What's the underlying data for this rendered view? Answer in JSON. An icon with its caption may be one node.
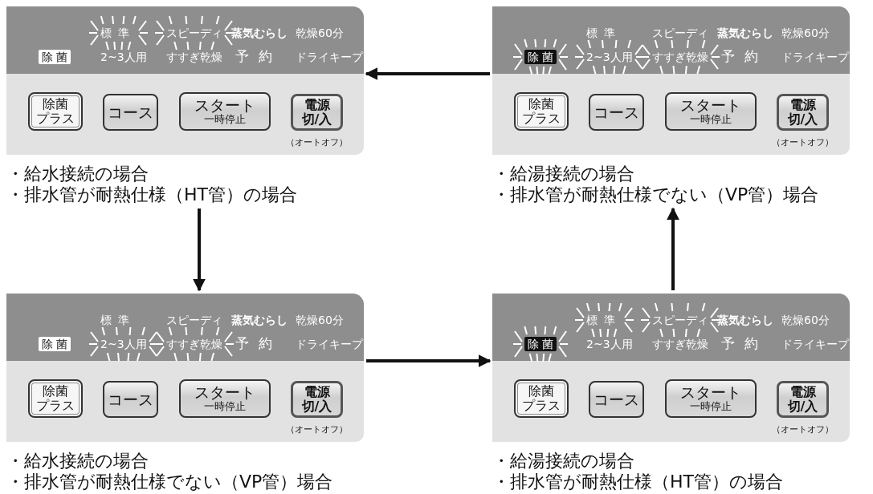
{
  "diagram": {
    "nodes": [
      {
        "text": [],
        "shape": "box",
        "beside": [
          "・給水接続の場合",
          "・排水管が耐熱仕様（HT管）の場合"
        ]
      },
      {
        "text": [
          "標準"
        ],
        "in": 0
      },
      {
        "text": [
          "スピーディ"
        ],
        "in": 0
      },
      {
        "text": [
          "蒸気むらし"
        ],
        "in": 0
      },
      {
        "text": [
          "乾燥60分"
        ],
        "in": 0
      },
      {
        "text": [
          "除菌"
        ],
        "in": 0
      },
      {
        "text": [
          "2~3人用"
        ],
        "in": 0
      },
      {
        "text": [
          "すすぎ乾燥"
        ],
        "in": 0
      },
      {
        "text": [
          "予約"
        ],
        "in": 0
      },
      {
        "text": [
          "ドライキープ"
        ],
        "in": 0
      },
      {
        "text": [
          "除菌",
          "プラス"
        ],
        "in": 0
      },
      {
        "text": [
          "コース"
        ],
        "in": 0
      },
      {
        "text": [
          "スタート",
          "一時停止"
        ],
        "in": 0
      },
      {
        "text": [
          "電源",
          "切/入"
        ],
        "in": 0,
        "beside": [
          "（オートオフ）"
        ]
      },
      {
        "text": [],
        "shape": "box",
        "beside": [
          "・給湯接続の場合",
          "・排水管が耐熱仕様でない（VP管）場合"
        ]
      },
      {
        "text": [
          "標準"
        ],
        "in": 14
      },
      {
        "text": [
          "スピーディ"
        ],
        "in": 14
      },
      {
        "text": [
          "蒸気むらし"
        ],
        "in": 14
      },
      {
        "text": [
          "乾燥60分"
        ],
        "in": 14
      },
      {
        "text": [
          "除菌"
        ],
        "in": 14
      },
      {
        "text": [
          "2~3人用"
        ],
        "in": 14
      },
      {
        "text": [
          "すすぎ乾燥"
        ],
        "in": 14
      },
      {
        "text": [
          "予約"
        ],
        "in": 14
      },
      {
        "text": [
          "ドライキープ"
        ],
        "in": 14
      },
      {
        "text": [
          "除菌",
          "プラス"
        ],
        "in": 14
      },
      {
        "text": [
          "コース"
        ],
        "in": 14
      },
      {
        "text": [
          "スタート",
          "一時停止"
        ],
        "in": 14
      },
      {
        "text": [
          "電源",
          "切/入"
        ],
        "in": 14,
        "beside": [
          "（オートオフ）"
        ]
      },
      {
        "text": [],
        "shape": "box",
        "beside": [
          "・給水接続の場合",
          "・排水管が耐熱仕様でない（VP管）場合"
        ]
      },
      {
        "text": [
          "標準"
        ],
        "in": 28
      },
      {
        "text": [
          "スピーディ"
        ],
        "in": 28
      },
      {
        "text": [
          "蒸気むらし"
        ],
        "in": 28
      },
      {
        "text": [
          "乾燥60分"
        ],
        "in": 28
      },
      {
        "text": [
          "除菌"
        ],
        "in": 28
      },
      {
        "text": [
          "2~3人用"
        ],
        "in": 28
      },
      {
        "text": [
          "すすぎ乾燥"
        ],
        "in": 28
      },
      {
        "text": [
          "予約"
        ],
        "in": 28
      },
      {
        "text": [
          "ドライキープ"
        ],
        "in": 28
      },
      {
        "text": [
          "除菌",
          "プラス"
        ],
        "in": 28
      },
      {
        "text": [
          "コース"
        ],
        "in": 28
      },
      {
        "text": [
          "スタート",
          "一時停止"
        ],
        "in": 28
      },
      {
        "text": [
          "電源",
          "切/入"
        ],
        "in": 28,
        "beside": [
          "（オートオフ）"
        ]
      },
      {
        "text": [],
        "shape": "box",
        "beside": [
          "・給湯接続の場合",
          "・排水管が耐熱仕様（HT管）の場合"
        ]
      },
      {
        "text": [
          "標準"
        ],
        "in": 42
      },
      {
        "text": [
          "スピーディ"
        ],
        "in": 42
      },
      {
        "text": [
          "蒸気むらし"
        ],
        "in": 42
      },
      {
        "text": [
          "乾燥60分"
        ],
        "in": 42
      },
      {
        "text": [
          "除菌"
        ],
        "in": 42
      },
      {
        "text": [
          "2~3人用"
        ],
        "in": 42
      },
      {
        "text": [
          "すすぎ乾燥"
        ],
        "in": 42
      },
      {
        "text": [
          "予約"
        ],
        "in": 42
      },
      {
        "text": [
          "ドライキープ"
        ],
        "in": 42
      },
      {
        "text": [
          "除菌",
          "プラス"
        ],
        "in": 42
      },
      {
        "text": [
          "コース"
        ],
        "in": 42
      },
      {
        "text": [
          "スタート",
          "一時停止"
        ],
        "in": 42
      },
      {
        "text": [
          "電源",
          "切/入"
        ],
        "in": 42,
        "beside": [
          "（オートオフ）"
        ]
      }
    ],
    "edges": [
      {
        "from": 14,
        "to": 0,
        "arrow": "to"
      },
      {
        "from": 0,
        "to": 28,
        "arrow": "to"
      },
      {
        "from": 28,
        "to": 42,
        "arrow": "to"
      },
      {
        "from": 42,
        "to": 14,
        "arrow": "to"
      }
    ]
  }
}
